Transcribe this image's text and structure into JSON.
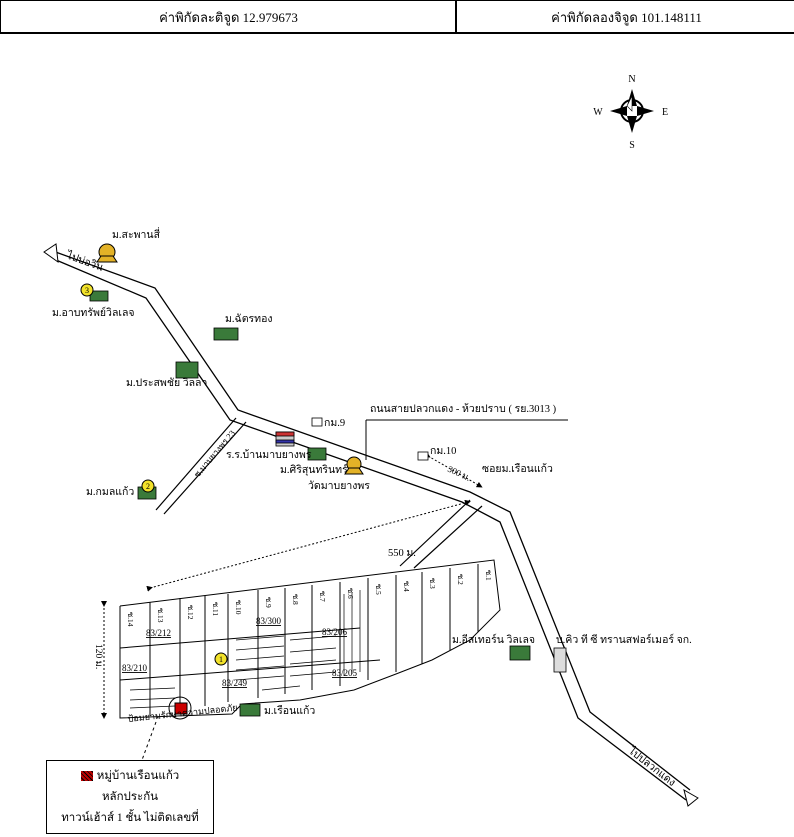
{
  "header": {
    "latitude_label": "ค่าพิกัดละติจูด 12.979673",
    "longitude_label": "ค่าพิกัดลองจิจูด 101.148111"
  },
  "compass": {
    "n": "N",
    "s": "S",
    "e": "E",
    "w": "W"
  },
  "roads": {
    "to_chin": "ไปบ่อวิน",
    "main_road": "ถนนสายปลวกแดง - ห้วยปราบ ( รย.3013 )",
    "to_pluak_daeng": "ไปปลวกแดง",
    "side_soi": "ซ.มาบยางพร 23",
    "soi_entrance": "ซอยม.เรือนแก้ว"
  },
  "markers": {
    "km9": "กม.9",
    "km10": "กม.10",
    "dist_300": "300 ม.",
    "dist_550": "550 ม.",
    "dist_120": "120 ม."
  },
  "places": {
    "sapan_si": "ม.สะพานสี่",
    "arb_sap": "ม.อาบทรัพย์วิลเลจ",
    "chatra_thong": "ม.ฉัตรทอง",
    "prasop_chai": "ม.ประสพชัย วิลลา",
    "school": "ร.ร.บ้านมาบยางพร",
    "siri_suntharin": "ม.ศิริสุนทรินทร์",
    "temple": "วัดมาบยางพร",
    "kamon_kaew": "ม.กมลแก้ว",
    "eastern_villa": "ม.อีสเทอร์น วิลเลจ",
    "company": "บ.คิว ที ซี ทรานสฟอร์เมอร์ จก.",
    "ruan_kaew": "ม.เรือนแก้ว",
    "guard": "ป้อมยามรักษาความปลอดภัย"
  },
  "badges": {
    "b1": "1",
    "b2": "2",
    "b3": "3"
  },
  "plots": {
    "p212": "83/212",
    "p300": "83/300",
    "p206": "83/206",
    "p210": "83/210",
    "p205": "83/205",
    "p249": "83/249"
  },
  "sois": [
    "ซ.14",
    "ซ.13",
    "ซ.12",
    "ซ.11",
    "ซ.10",
    "ซ.9",
    "ซ.8",
    "ซ.7",
    "ซ.6",
    "ซ.5",
    "ซ.4",
    "ซ.3",
    "ซ.2",
    "ซ.1"
  ],
  "legend": {
    "title": "หมู่บ้านเรือนแก้ว",
    "line1": "หลักประกัน",
    "line2": "ทาวน์เฮ้าส์ 1 ชั้น ไม่ติดเลขที่"
  }
}
